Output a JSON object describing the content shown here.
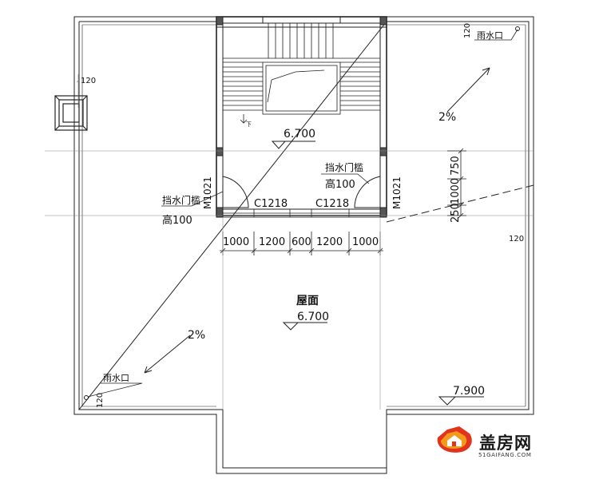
{
  "labels": {
    "roof_name": "屋面",
    "elev_stair": "6.700",
    "elev_roof": "6.700",
    "elev_parapet": "7.900",
    "slope_ne": "2%",
    "slope_sw": "2%",
    "drain_ne": "雨水口",
    "drain_sw": "雨水口",
    "sill_left_1": "挡水门槛",
    "sill_left_2": "高100",
    "sill_right_1": "挡水门槛",
    "sill_right_2": "高100",
    "door_left": "M1021",
    "door_right": "M1021",
    "window_left": "C1218",
    "window_right": "C1218",
    "dim_chimney": "120",
    "dim_ne": "120",
    "dim_east": "120",
    "dim_sw": "120",
    "stair_down": "下",
    "dims_bottom": [
      "1000",
      "1200",
      "600",
      "1200",
      "1000"
    ],
    "dims_right": [
      "750",
      "1000",
      "250"
    ]
  },
  "logo": {
    "name": "盖房网",
    "url": "51GAIFANG.COM",
    "colors": {
      "red": "#e2341d",
      "orange": "#f39a1b"
    }
  }
}
